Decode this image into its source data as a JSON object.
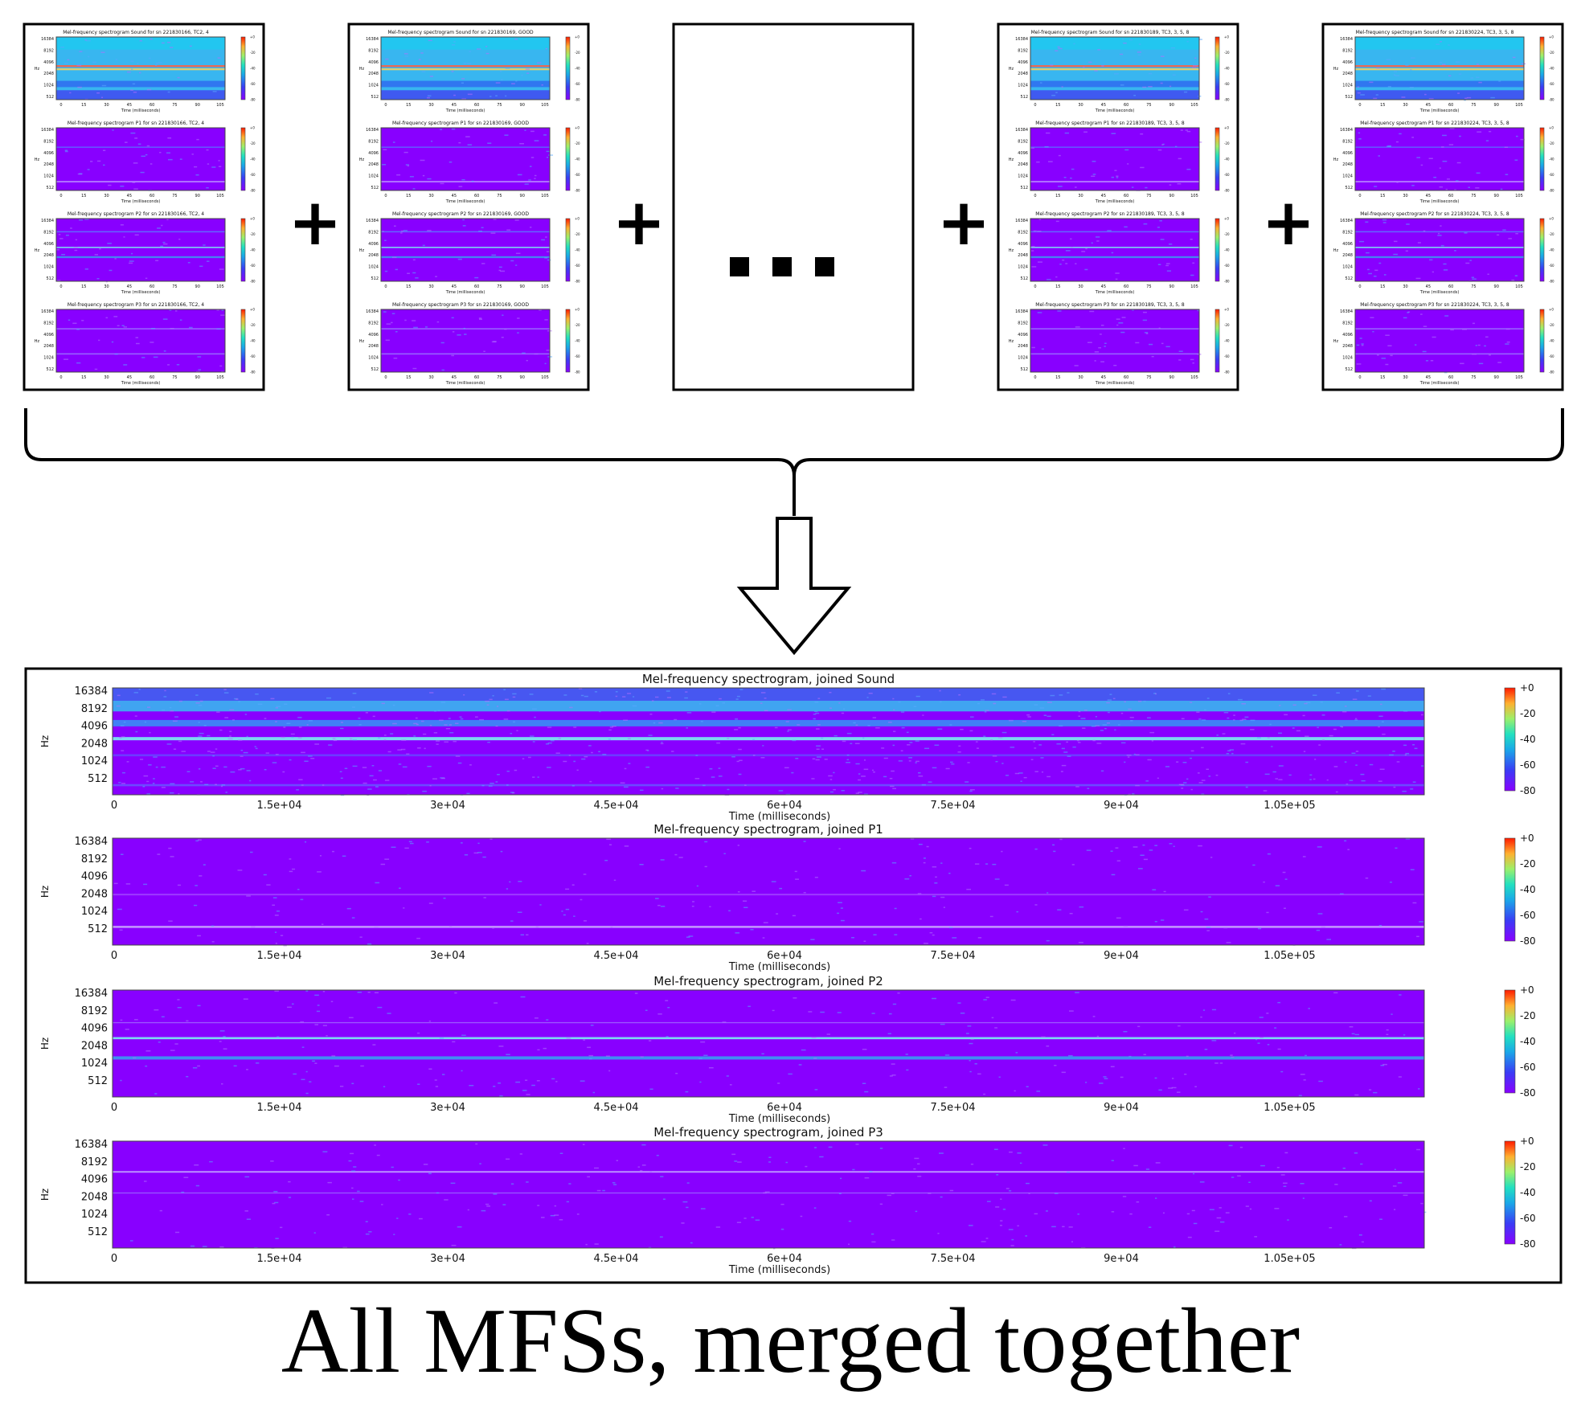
{
  "colors": {
    "frame": "#000000",
    "panel_bg": "#ffffff",
    "purple": "#8800ff",
    "light_blue": "#38b6f0",
    "cyan_line": "#7cf0f0",
    "red_line": "#ff6040"
  },
  "operators": {
    "plus": "+",
    "ellipsis": "..."
  },
  "small_figures": [
    {
      "panels": [
        {
          "title": "Mel-frequency spectrogram Sound for sn 221830166, TC2, 4",
          "style": "sound"
        },
        {
          "title": "Mel-frequency spectrogram P1 for sn 221830166, TC2, 4",
          "style": "p1"
        },
        {
          "title": "Mel-frequency spectrogram P2 for sn 221830166, TC2, 4",
          "style": "p2"
        },
        {
          "title": "Mel-frequency spectrogram P3 for sn 221830166, TC2, 4",
          "style": "p3"
        }
      ]
    },
    {
      "panels": [
        {
          "title": "Mel-frequency spectrogram Sound for sn 221830169, GOOD",
          "style": "sound"
        },
        {
          "title": "Mel-frequency spectrogram P1 for sn 221830169, GOOD",
          "style": "p1"
        },
        {
          "title": "Mel-frequency spectrogram P2 for sn 221830169, GOOD",
          "style": "p2"
        },
        {
          "title": "Mel-frequency spectrogram P3 for sn 221830169, GOOD",
          "style": "p3"
        }
      ]
    },
    {
      "placeholder": true
    },
    {
      "panels": [
        {
          "title": "Mel-frequency spectrogram Sound for sn 221830189, TC3, 3, 5, 8",
          "style": "sound"
        },
        {
          "title": "Mel-frequency spectrogram P1 for sn 221830189, TC3, 3, 5, 8",
          "style": "p1"
        },
        {
          "title": "Mel-frequency spectrogram P2 for sn 221830189, TC3, 3, 5, 8",
          "style": "p2"
        },
        {
          "title": "Mel-frequency spectrogram P3 for sn 221830189, TC3, 3, 5, 8",
          "style": "p3"
        }
      ]
    },
    {
      "panels": [
        {
          "title": "Mel-frequency spectrogram Sound for sn 221830224, TC3, 3, 5, 8",
          "style": "sound"
        },
        {
          "title": "Mel-frequency spectrogram P1 for sn 221830224, TC3, 3, 5, 8",
          "style": "p1"
        },
        {
          "title": "Mel-frequency spectrogram P2 for sn 221830224, TC3, 3, 5, 8",
          "style": "p2"
        },
        {
          "title": "Mel-frequency spectrogram P3 for sn 221830224, TC3, 3, 5, 8",
          "style": "p3"
        }
      ]
    }
  ],
  "small_axes": {
    "y_ticks": [
      "16384",
      "8192",
      "4096",
      "2048",
      "1024",
      "512"
    ],
    "x_ticks": [
      "0",
      "15",
      "30",
      "45",
      "60",
      "75",
      "90",
      "105"
    ],
    "xlabel": "Time (milliseconds)",
    "ylabel": "Hz",
    "colorbar_ticks": [
      "+0",
      "-20",
      "-40",
      "-60",
      "-80"
    ]
  },
  "merged": {
    "panels": [
      {
        "title": "Mel-frequency spectrogram, joined  Sound",
        "style": "sound"
      },
      {
        "title": "Mel-frequency spectrogram, joined  P1",
        "style": "p1"
      },
      {
        "title": "Mel-frequency spectrogram, joined  P2",
        "style": "p2"
      },
      {
        "title": "Mel-frequency spectrogram, joined  P3",
        "style": "p3"
      }
    ],
    "y_ticks": [
      "16384",
      "8192",
      "4096",
      "2048",
      "1024",
      "512"
    ],
    "x_ticks": [
      "0",
      "1.5e+04",
      "3e+04",
      "4.5e+04",
      "6e+04",
      "7.5e+04",
      "9e+04",
      "1.05e+05"
    ],
    "xlabel": "Time (milliseconds)",
    "ylabel": "Hz",
    "colorbar_ticks": [
      "+0",
      "-20",
      "-40",
      "-60",
      "-80"
    ]
  },
  "caption": "All MFSs, merged together"
}
